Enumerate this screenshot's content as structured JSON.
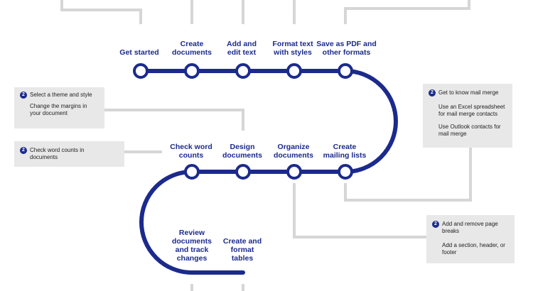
{
  "colors": {
    "route": "#1b2a8c",
    "connector": "#d6d6d6",
    "callout_bg": "#e8e8e8",
    "label": "#1b2a8c"
  },
  "route_row1": [
    {
      "id": "get-started",
      "label": "Get started"
    },
    {
      "id": "create-documents",
      "label": "Create\ndocuments"
    },
    {
      "id": "add-edit-text",
      "label": "Add and\nedit text"
    },
    {
      "id": "format-text",
      "label": "Format text\nwith styles"
    },
    {
      "id": "save-as-pdf",
      "label": "Save as PDF and\nother formats"
    }
  ],
  "route_row2": [
    {
      "id": "check-word-counts",
      "label": "Check word\ncounts"
    },
    {
      "id": "design-documents",
      "label": "Design\ndocuments"
    },
    {
      "id": "organize-documents",
      "label": "Organize\ndocuments"
    },
    {
      "id": "create-mailing-lists",
      "label": "Create\nmailing lists"
    }
  ],
  "route_row3": [
    {
      "id": "review-documents",
      "label": "Review\ndocuments\nand track\nchanges"
    },
    {
      "id": "create-format-tables",
      "label": "Create and\nformat\ntables"
    }
  ],
  "callouts": {
    "design": {
      "badge": "2",
      "items": [
        "Select a theme and style",
        "Change the margins in\nyour document"
      ]
    },
    "word_counts": {
      "badge": "2",
      "items": [
        "Check word counts in\ndocuments"
      ]
    },
    "mail_merge": {
      "badge": "2",
      "items": [
        "Get to know mail merge",
        "Use an Excel spreadsheet\nfor mail merge contacts",
        "Use Outlook contacts for\nmail merge"
      ]
    },
    "organize": {
      "badge": "2",
      "items": [
        "Add and remove page\nbreaks",
        "Add a section, header, or\nfooter"
      ]
    }
  }
}
